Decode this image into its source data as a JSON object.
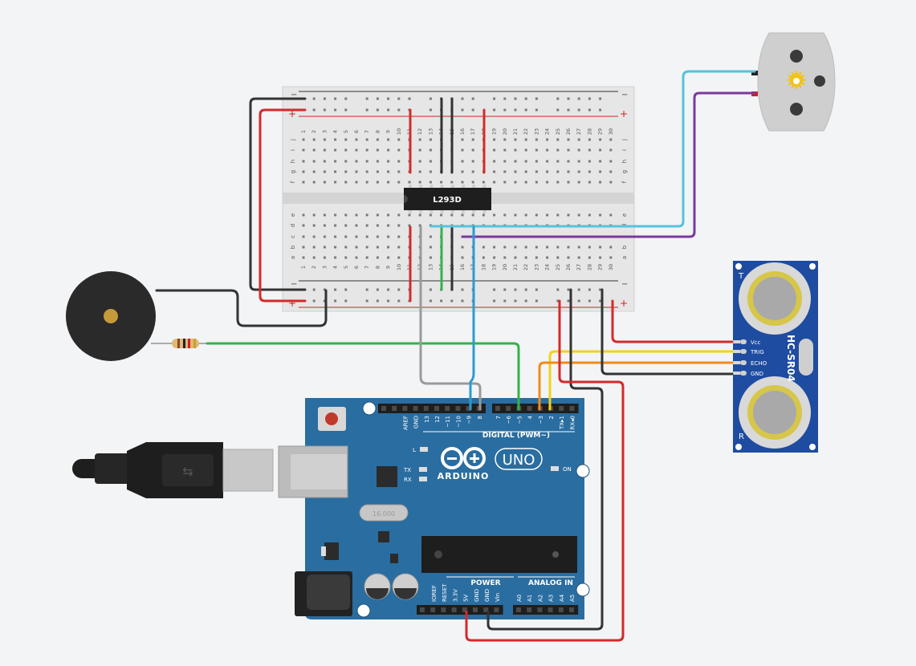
{
  "breadboard": {
    "minus_label": "−",
    "plus_label": "+",
    "columns": [
      "1",
      "2",
      "3",
      "4",
      "5",
      "6",
      "7",
      "8",
      "9",
      "10",
      "11",
      "12",
      "13",
      "14",
      "15",
      "16",
      "17",
      "18",
      "19",
      "20",
      "21",
      "22",
      "23",
      "24",
      "25",
      "26",
      "27",
      "28",
      "29",
      "30"
    ],
    "rows_top": [
      "j",
      "i",
      "h",
      "g",
      "f"
    ],
    "rows_bottom": [
      "e",
      "d",
      "c",
      "b",
      "a"
    ]
  },
  "ic": {
    "label": "L293D"
  },
  "arduino": {
    "brand": "ARDUINO",
    "model": "UNO",
    "digital_label": "DIGITAL (PWM~)",
    "power_label": "POWER",
    "analog_label": "ANALOG IN",
    "on_label": "ON",
    "l_label": "L",
    "tx_label": "TX",
    "rx_label": "RX",
    "crystal_label": "16.000",
    "digital_pins": [
      "AREF",
      "GND",
      "13",
      "12",
      "~11",
      "~10",
      "~9",
      "8",
      "7",
      "~6",
      "~5",
      "4",
      "~3",
      "2",
      "TX▸1",
      "RX◂0"
    ],
    "power_pins": [
      "IOREF",
      "RESET",
      "3.3V",
      "5V",
      "GND",
      "GND",
      "Vin"
    ],
    "analog_pins": [
      "A0",
      "A1",
      "A2",
      "A3",
      "A4",
      "A5"
    ]
  },
  "sensor": {
    "name": "HC-SR04",
    "pins": [
      "Vcc",
      "TRIG",
      "ECHO",
      "GND"
    ],
    "t_label": "T",
    "r_label": "R"
  },
  "colors": {
    "background": "#f3f4f6",
    "wire_red": "#d42a2a",
    "wire_black": "#333333",
    "wire_green": "#35b24a",
    "wire_cyan": "#55c3dc",
    "wire_purple": "#7a3a9a",
    "wire_gray": "#9a9a9a",
    "wire_blue": "#2a9bd0",
    "wire_yellow": "#f0d21a",
    "wire_orange": "#f08a1a",
    "arduino_blue": "#2a6da0",
    "sensor_blue": "#1e4ca0"
  }
}
